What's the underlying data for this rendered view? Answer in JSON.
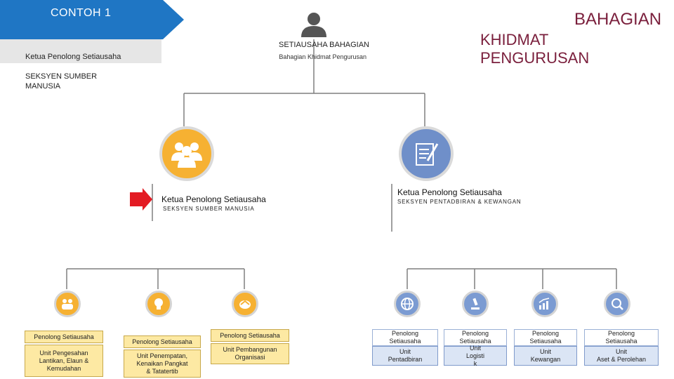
{
  "banner": {
    "label": "CONTOH 1",
    "color": "#1f76c4"
  },
  "current_position": {
    "title": "Ketua Penolong Setiausaha",
    "section": "SEKSYEN SUMBER\nMANUSIA"
  },
  "heading": {
    "line1": "BAHAGIAN",
    "line2": "KHIDMAT\nPENGURUSAN",
    "color": "#7a1f3c"
  },
  "top": {
    "title": "SETIAUSAHA BAHAGIAN",
    "subtitle": "Bahagian Khidmat Pengurusan"
  },
  "left_branch": {
    "title": "Ketua Penolong Setiausaha",
    "subtitle": "SEKSYEN SUMBER MANUSIA",
    "marker_color": "#e31b23"
  },
  "right_branch": {
    "title": "Ketua Penolong Setiausaha",
    "subtitle": "SEKSYEN PENTADBIRAN & KEWANGAN"
  },
  "units_left": [
    {
      "role": "Penolong Setiausaha",
      "unit": "Unit Pengesahan\nLantikan, Elaun &\nKemudahan",
      "icon": "team-icon"
    },
    {
      "role": "Penolong Setiausaha",
      "unit": "Unit Penempatan,\nKenaikan Pangkat\n& Tatatertib",
      "icon": "idea-icon"
    },
    {
      "role": "Penolong Setiausaha",
      "unit": "Unit Pembangunan\nOrganisasi",
      "icon": "growth-icon"
    }
  ],
  "units_right": [
    {
      "role": "Penolong\nSetiausaha",
      "unit": "Unit\nPentadbiran",
      "icon": "globe-icon"
    },
    {
      "role": "Penolong\nSetiausaha",
      "unit": "Unit\nLogisti\nk",
      "icon": "microscope-icon"
    },
    {
      "role": "Penolong\nSetiausaha",
      "unit": "Unit\nKewangan",
      "icon": "chart-icon"
    },
    {
      "role": "Penolong\nSetiausaha",
      "unit": "Unit\nAset & Perolehan",
      "icon": "search-people-icon"
    }
  ]
}
